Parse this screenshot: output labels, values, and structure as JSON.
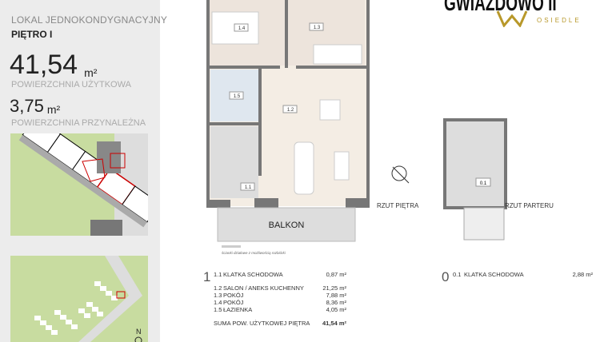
{
  "unit": {
    "type": "LOKAL JEDNOKONDYGNACYJNY",
    "floor": "PIĘTRO I"
  },
  "usable_area": {
    "value": "41,54",
    "unit": "m²",
    "label": "POWIERZCHNIA UŻYTKOWA"
  },
  "assigned_area": {
    "value": "3,75",
    "unit": "m²",
    "label": "POWIERZCHNIA PRZYNALEŻNA"
  },
  "brand": {
    "name": "GWIAZDOWO II",
    "sub": "OSIEDLE",
    "gold": "#b8982a"
  },
  "plan": {
    "rooms": [
      "1.1",
      "1.2",
      "1.3",
      "1.4",
      "1.5"
    ],
    "balcony": "BALKON",
    "floor_label": "RZUT PIĘTRA",
    "ground_label": "RZUT PARTERU",
    "ground_room": "0.1",
    "note": "ścianki działowe z możliwością rozbiórki",
    "north": "N"
  },
  "floor1": {
    "level": "1",
    "rows": [
      {
        "no": "1.1",
        "name": "KLATKA SCHODOWA",
        "area": "0,87 m²"
      },
      {
        "no": "1.2",
        "name": "SALON / ANEKS KUCHENNY",
        "area": "21,25 m²"
      },
      {
        "no": "1.3",
        "name": "POKÓJ",
        "area": "7,88 m²"
      },
      {
        "no": "1.4",
        "name": "POKÓJ",
        "area": "8,36 m²"
      },
      {
        "no": "1.5",
        "name": "ŁAZIENKA",
        "area": "4,05 m²"
      }
    ],
    "total_label": "SUMA POW. UŻYTKOWEJ PIĘTRA",
    "total": "41,54 m²"
  },
  "floor0": {
    "level": "0",
    "rows": [
      {
        "no": "0.1",
        "name": "KLATKA SCHODOWA",
        "area": "2,88 m²"
      }
    ]
  }
}
